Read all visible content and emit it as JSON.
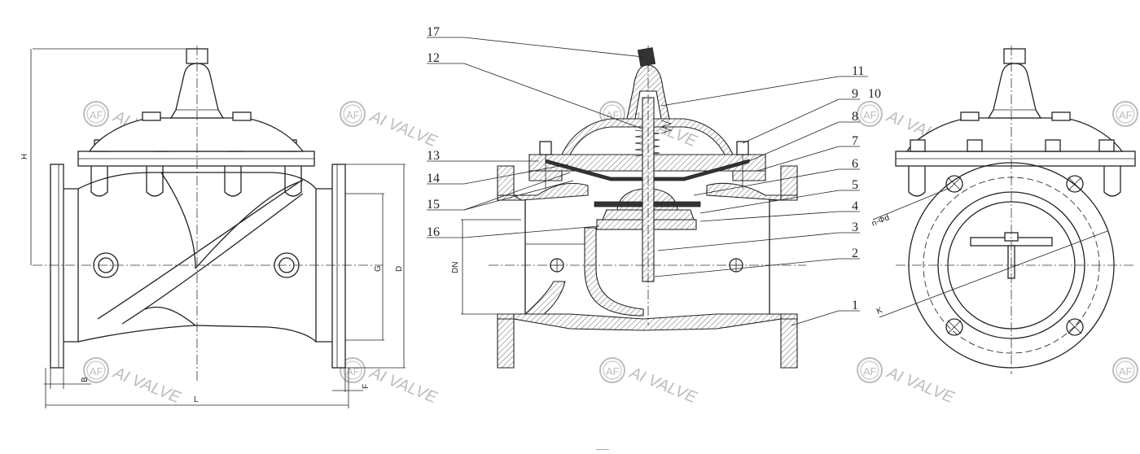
{
  "watermark": {
    "text": "AI VALVE",
    "logo_letters": "AF",
    "color": "#bdbdbd"
  },
  "left_view": {
    "dimensions": {
      "height": "H",
      "bore": "G",
      "flange_od": "D",
      "flange_thk": "B",
      "raised_face": "F",
      "length": "L"
    }
  },
  "center_view": {
    "dimensions": {
      "nominal_diameter": "DN"
    },
    "callouts": [
      "1",
      "2",
      "3",
      "4",
      "5",
      "6",
      "7",
      "8",
      "9",
      "10",
      "11",
      "12",
      "13",
      "14",
      "15",
      "16",
      "17"
    ]
  },
  "right_view": {
    "dimensions": {
      "bolt_holes": "n-Φd",
      "bolt_circle": "K"
    }
  },
  "colors": {
    "line": "#222222",
    "hatch": "#555555",
    "background": "#ffffff"
  }
}
